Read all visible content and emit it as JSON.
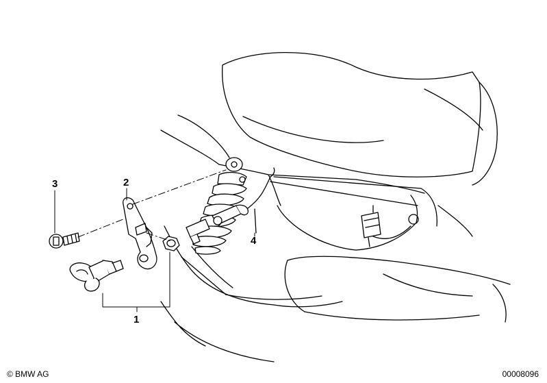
{
  "callouts": [
    {
      "id": "1",
      "label": "1"
    },
    {
      "id": "2",
      "label": "2"
    },
    {
      "id": "3",
      "label": "3"
    },
    {
      "id": "4",
      "label": "4"
    }
  ],
  "footer": {
    "copyright": "© BMW AG",
    "diagram_id": "00008096"
  }
}
